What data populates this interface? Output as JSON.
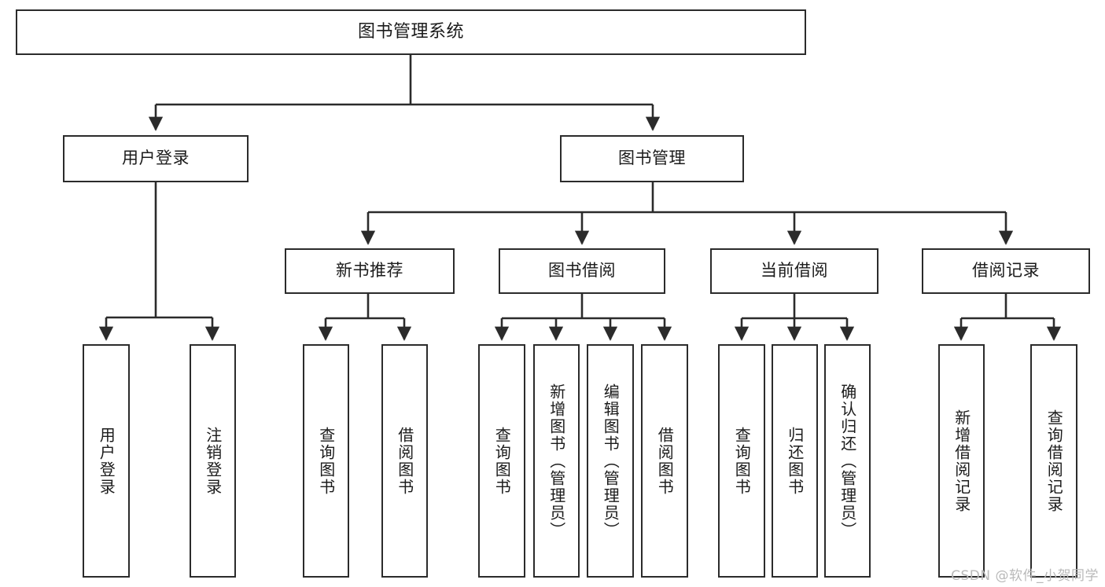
{
  "diagram": {
    "type": "tree-hierarchy-chart",
    "title": "图书管理系统",
    "line_color": "#2b2b2b",
    "box_fill": "#ffffff",
    "text_color": "#1b1b1b"
  },
  "nodes": {
    "root": {
      "label": "图书管理系统"
    },
    "level2": [
      {
        "label": "用户登录"
      },
      {
        "label": "图书管理"
      }
    ],
    "level3": [
      {
        "label": "新书推荐"
      },
      {
        "label": "图书借阅"
      },
      {
        "label": "当前借阅"
      },
      {
        "label": "借阅记录"
      }
    ],
    "leaves": {
      "user_login": [
        {
          "label": "用户登录"
        },
        {
          "label": "注销登录"
        }
      ],
      "new_book_recommend": [
        {
          "label": "查询图书"
        },
        {
          "label": "借阅图书"
        }
      ],
      "book_borrow": [
        {
          "label": "查询图书"
        },
        {
          "label": "新增图书（管理员）"
        },
        {
          "label": "编辑图书（管理员）"
        },
        {
          "label": "借阅图书"
        }
      ],
      "current_borrow": [
        {
          "label": "查询图书"
        },
        {
          "label": "归还图书"
        },
        {
          "label": "确认归还（管理员）"
        }
      ],
      "borrow_record": [
        {
          "label": "新增借阅记录"
        },
        {
          "label": "查询借阅记录"
        }
      ]
    }
  },
  "watermark": {
    "text": "CSDN @软件_小贺同学"
  }
}
